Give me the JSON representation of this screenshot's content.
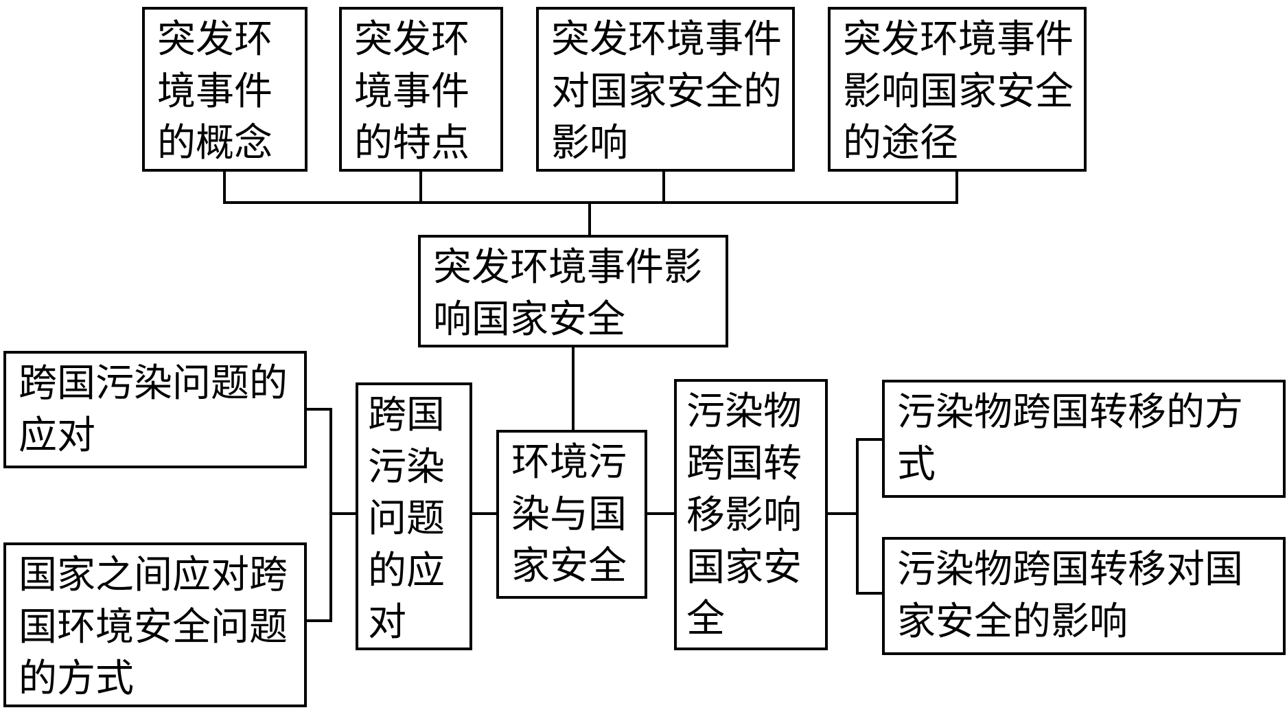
{
  "diagram": {
    "center": {
      "label": "突发环境事件影响国家安全"
    },
    "top_nodes": [
      {
        "label": "突发环境事件的概念"
      },
      {
        "label": "突发环境事件的特点"
      },
      {
        "label": "突发环境事件对国家安全的影响"
      },
      {
        "label": "突发环境事件影响国家安全的途径"
      }
    ],
    "middle": {
      "label": "环境污染与国家安全"
    },
    "left_branch": {
      "label": "跨国污染问题的应对",
      "children": [
        {
          "label": "跨国污染问题的应对"
        },
        {
          "label": "国家之间应对跨国环境安全问题的方式"
        }
      ]
    },
    "right_branch": {
      "label": "污染物跨国转移影响国家安全",
      "children": [
        {
          "label": "污染物跨国转移的方式"
        },
        {
          "label": "污染物跨国转移对国家安全的影响"
        }
      ]
    }
  }
}
